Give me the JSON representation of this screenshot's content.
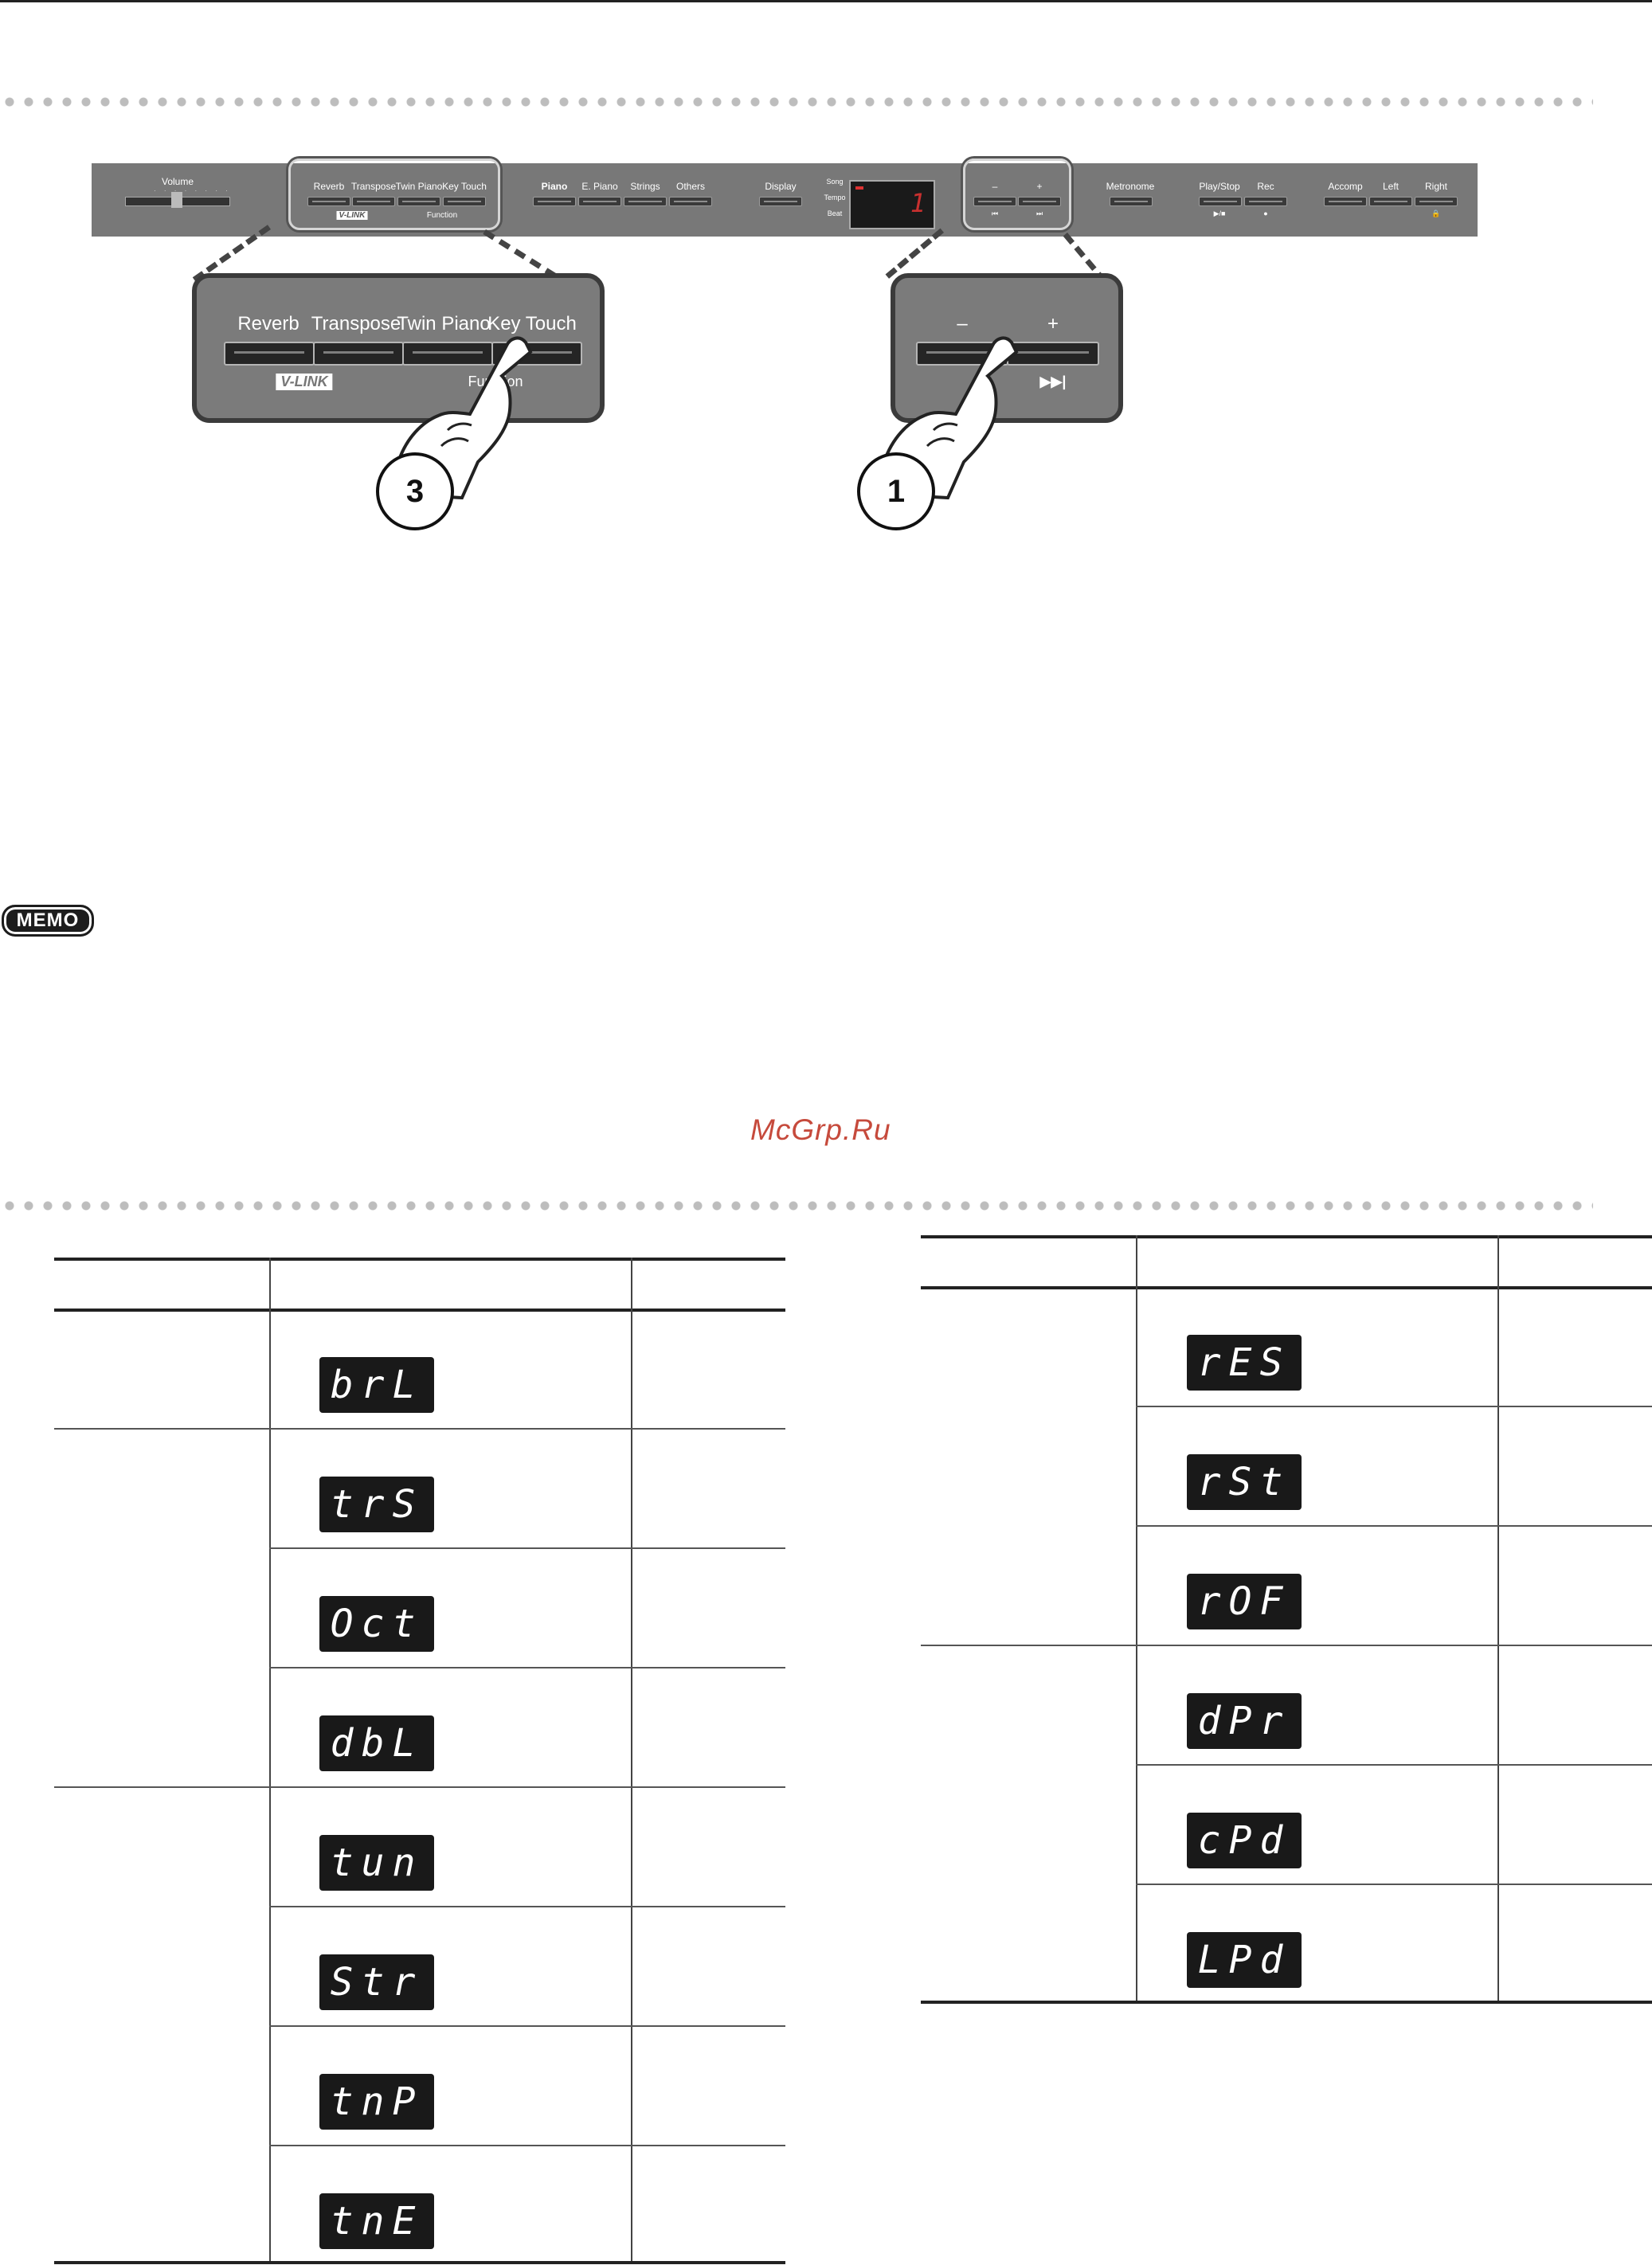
{
  "panel": {
    "volume_label": "Volume",
    "buttons": [
      {
        "label": "Reverb"
      },
      {
        "label": "Transpose"
      },
      {
        "label": "Twin Piano"
      },
      {
        "label": "Key Touch"
      },
      {
        "label": "Piano"
      },
      {
        "label": "E. Piano"
      },
      {
        "label": "Strings"
      },
      {
        "label": "Others"
      },
      {
        "label": "Display"
      },
      {
        "label": "–"
      },
      {
        "label": "+"
      },
      {
        "label": "Metronome"
      },
      {
        "label": "Play/Stop"
      },
      {
        "label": "Rec"
      },
      {
        "label": "Accomp"
      },
      {
        "label": "Left"
      },
      {
        "label": "Right"
      }
    ],
    "vlink_label": "V-LINK",
    "function_label": "Function",
    "display_side_labels": [
      "Song",
      "Tempo",
      "Beat"
    ],
    "display_value": "1",
    "prev_icon": "⏮",
    "next_icon": "⏭",
    "play_stop_icon": "▶/■",
    "rec_icon": "●",
    "right_icon": "🔒"
  },
  "zoom_left": {
    "labels": [
      "Reverb",
      "Transpose",
      "Twin Piano",
      "Key Touch"
    ],
    "vlink_label": "V-LINK",
    "function_label": "Function"
  },
  "zoom_right": {
    "minus_label": "–",
    "plus_label": "+",
    "next_icon": "▶▶|"
  },
  "steps": {
    "left": "3",
    "right": "1"
  },
  "memo_label": "MEMO",
  "watermark": "McGrp.Ru",
  "table_left": {
    "codes": [
      "brL",
      "trS",
      "Oct",
      "dbL",
      "tun",
      "Str",
      "tnP",
      "tnE"
    ]
  },
  "table_right": {
    "codes": [
      "rES",
      "rSt",
      "rOF",
      "dPr",
      "cPd",
      "LPd"
    ]
  }
}
